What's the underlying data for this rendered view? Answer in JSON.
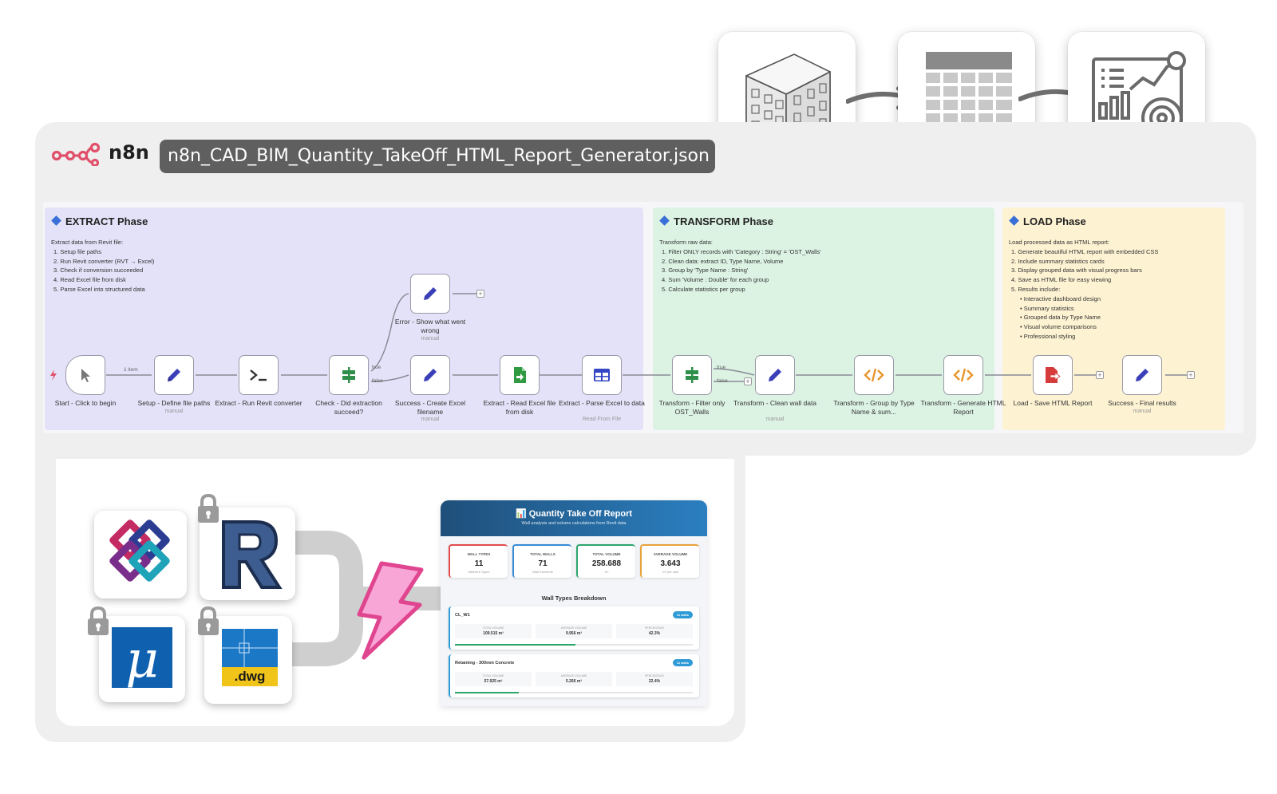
{
  "header": {
    "brand": "n8n",
    "file_name": "n8n_CAD_BIM_Quantity_TakeOff_HTML_Report_Generator.json"
  },
  "pipeline_icons": [
    "building-icon",
    "table-icon",
    "analytics-icon"
  ],
  "phases": {
    "extract": {
      "title": "EXTRACT Phase",
      "desc": [
        "Extract data from Revit file:",
        "1. Setup file paths",
        "2. Run Revit converter (RVT → Excel)",
        "3. Check if conversion succeeded",
        "4. Read Excel file from disk",
        "5. Parse Excel into structured data"
      ]
    },
    "transform": {
      "title": "TRANSFORM Phase",
      "desc": [
        "Transform raw data:",
        "1. Filter ONLY records with 'Category : String' = 'OST_Walls'",
        "2. Clean data: extract ID, Type Name, Volume",
        "3. Group by 'Type Name : String'",
        "4. Sum 'Volume : Double' for each group",
        "5. Calculate statistics per group"
      ]
    },
    "load": {
      "title": "LOAD Phase",
      "desc": [
        "Load processed data as HTML report:",
        "1. Generate beautiful HTML report with embedded CSS",
        "2. Include summary statistics cards",
        "3. Display grouped data with visual progress bars",
        "4. Save as HTML file for easy viewing",
        "5. Results include:",
        "• Interactive dashboard design",
        "• Summary statistics",
        "• Grouped data by Type Name",
        "• Visual volume comparisons",
        "• Professional styling"
      ]
    }
  },
  "nodes": {
    "start": {
      "label": "Start - Click to begin",
      "edge_label": "1 item"
    },
    "setup": {
      "label": "Setup - Define file paths",
      "sub": "manual"
    },
    "run_revit": {
      "label": "Extract - Run Revit converter"
    },
    "check": {
      "label": "Check - Did extraction succeed?",
      "true_label": "true",
      "false_label": "false"
    },
    "error": {
      "label": "Error - Show what went wrong",
      "sub": "manual"
    },
    "success_create": {
      "label": "Success - Create Excel filename",
      "sub": "manual"
    },
    "read_excel": {
      "label": "Extract - Read Excel file from disk"
    },
    "parse_excel": {
      "label": "Extract - Parse Excel to data",
      "sub": "Read From File"
    },
    "filter": {
      "label": "Transform - Filter only OST_Walls",
      "true_label": "true",
      "false_label": "false"
    },
    "clean": {
      "label": "Transform - Clean wall data",
      "sub": "manual"
    },
    "group": {
      "label": "Transform - Group by Type Name & sum..."
    },
    "generate": {
      "label": "Transform - Generate HTML Report"
    },
    "save": {
      "label": "Load - Save HTML Report"
    },
    "final": {
      "label": "Success - Final results",
      "sub": "manual"
    }
  },
  "sources": [
    "ifc-icon",
    "revit-icon",
    "microstation-icon",
    "dwg-icon"
  ],
  "dwg_text": ".dwg",
  "report": {
    "title": "📊 Quantity Take Off Report",
    "subtitle": "Wall analysis and volume calculations from Revit data",
    "stats": [
      {
        "label": "WALL TYPES",
        "value": "11",
        "caption": "Different Types",
        "color": "#e24b4b"
      },
      {
        "label": "TOTAL WALLS",
        "value": "71",
        "caption": "Wall Elements",
        "color": "#3a8ad6"
      },
      {
        "label": "TOTAL VOLUME",
        "value": "258.688",
        "caption": "m³",
        "color": "#2ea56b"
      },
      {
        "label": "AVERAGE VOLUME",
        "value": "3.643",
        "caption": "m³ per wall",
        "color": "#e8a23a"
      }
    ],
    "section_title": "Wall Types Breakdown",
    "walls": [
      {
        "name": "CL_W1",
        "badge": "11 walls",
        "total_label": "TOTAL VOLUME",
        "total": "109.515 m³",
        "avg_label": "AVERAGE VOLUME",
        "avg": "9.956 m³",
        "pct_label": "PERCENTAGE",
        "pct": "42.3%",
        "share": 0.423
      },
      {
        "name": "Retaining - 300mm Concrete",
        "badge": "11 walls",
        "total_label": "TOTAL VOLUME",
        "total": "57.925 m³",
        "avg_label": "AVERAGE VOLUME",
        "avg": "5.266 m³",
        "pct_label": "PERCENTAGE",
        "pct": "22.4%",
        "share": 0.224
      }
    ]
  }
}
